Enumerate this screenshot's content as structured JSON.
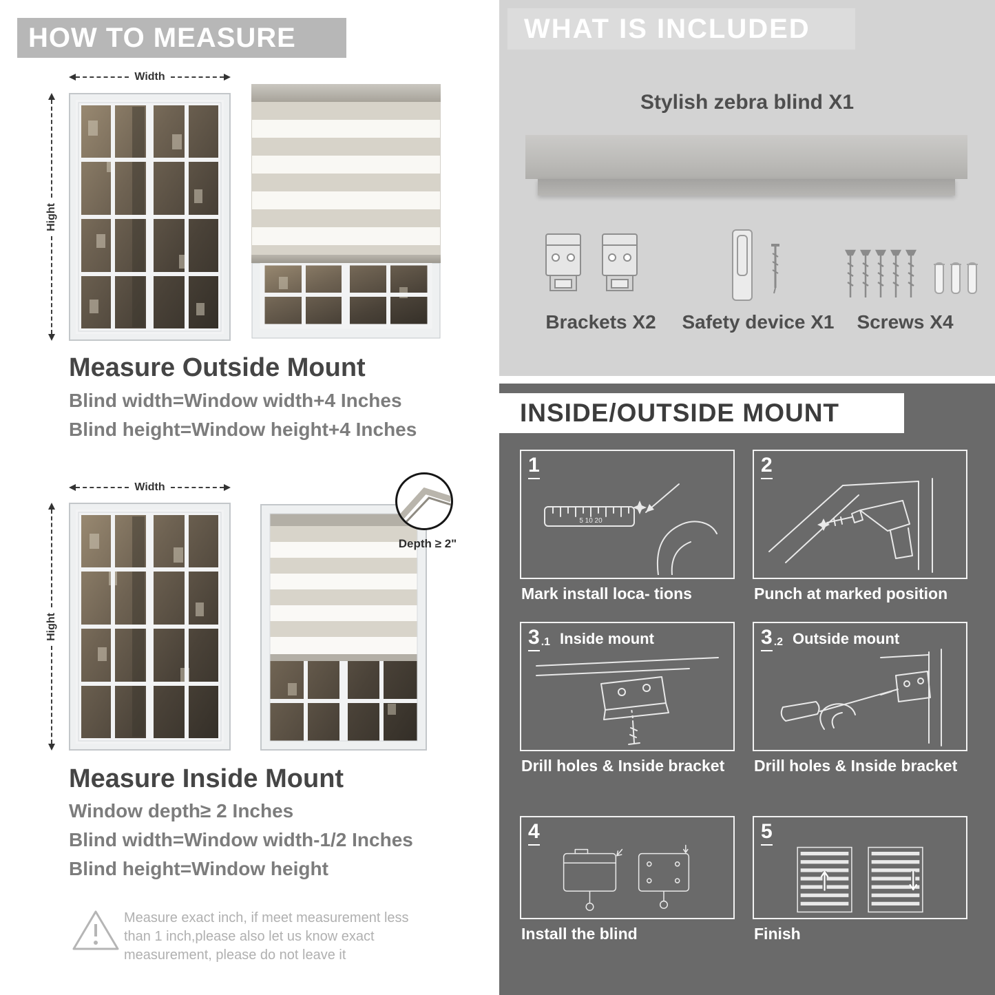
{
  "colors": {
    "banner_gray": "#b7b7b7",
    "panel_light": "#d3d3d3",
    "panel_dark": "#6a6a6a",
    "heading_text": "#454545",
    "formula_text": "#7c7c7c"
  },
  "measure": {
    "header": "HOW TO MEASURE",
    "outside": {
      "width_label": "Width",
      "height_label": "Hight",
      "title": "Measure Outside Mount",
      "formula_width": "Blind width=Window width+4 Inches",
      "formula_height": "Blind height=Window height+4 Inches"
    },
    "inside": {
      "width_label": "Width",
      "height_label": "Hight",
      "depth_label": "Depth ≥ 2\"",
      "title": "Measure Inside Mount",
      "line_depth": "Window depth≥ 2 Inches",
      "formula_width": "Blind width=Window width-1/2 Inches",
      "formula_height": "Blind height=Window height"
    },
    "warning_note": "Measure exact inch, if meet measurement less than 1 inch,please also let us know exact measurement, please do not leave it"
  },
  "included": {
    "header": "WHAT IS INCLUDED",
    "blind_label": "Stylish zebra blind X1",
    "items": [
      {
        "label": "Brackets X2"
      },
      {
        "label": "Safety device X1"
      },
      {
        "label": "Screws X4"
      }
    ]
  },
  "mount": {
    "header": "INSIDE/OUTSIDE MOUNT",
    "steps": [
      {
        "num": "1",
        "sub": "",
        "title": "",
        "caption": "Mark install loca- tions",
        "ruler_marks": "5   10   20"
      },
      {
        "num": "2",
        "sub": "",
        "title": "",
        "caption": "Punch at  marked position"
      },
      {
        "num": "3",
        "sub": ".1",
        "title": "Inside mount",
        "caption": "Drill holes &  Inside bracket"
      },
      {
        "num": "3",
        "sub": ".2",
        "title": "Outside mount",
        "caption": "Drill holes &  Inside bracket"
      },
      {
        "num": "4",
        "sub": "",
        "title": "",
        "caption": "Install the blind"
      },
      {
        "num": "5",
        "sub": "",
        "title": "",
        "caption": "Finish"
      }
    ]
  }
}
